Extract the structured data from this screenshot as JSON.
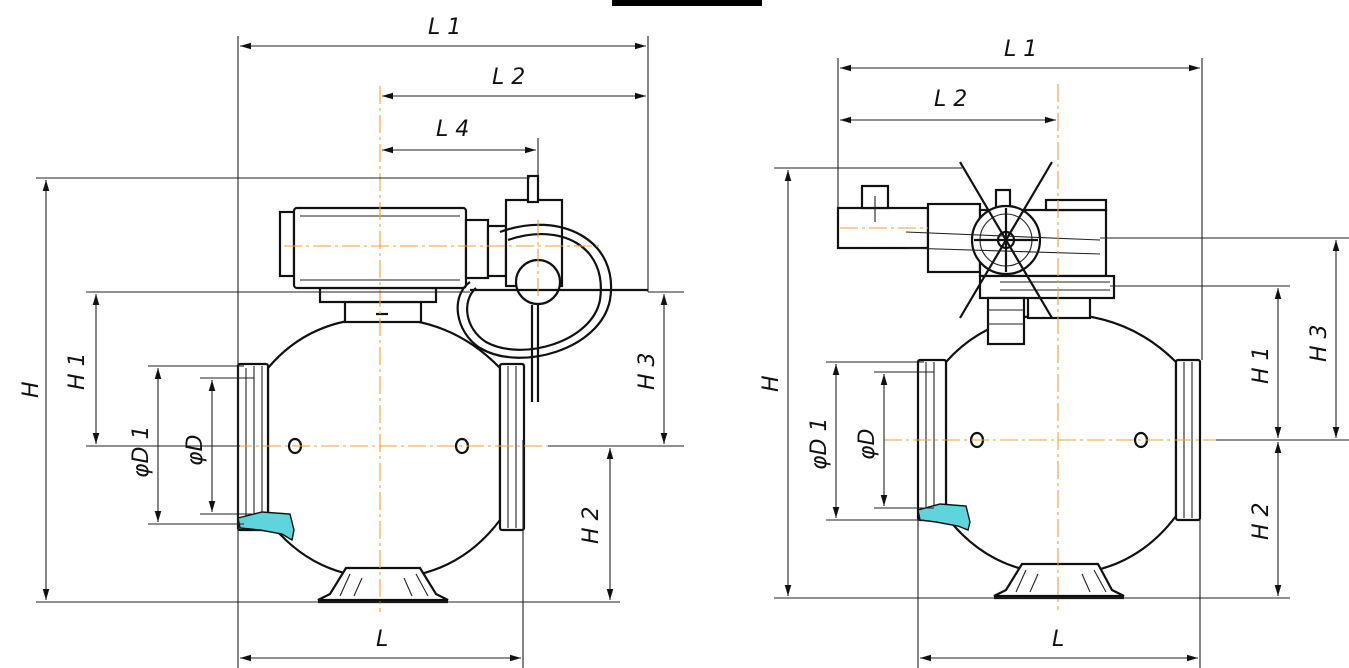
{
  "header_bar_color": "#000000",
  "accent_colors": {
    "centerline": "#e8a23c",
    "fluid": "#5fd4dc"
  },
  "left_view": {
    "labels": {
      "L1": "L 1",
      "L2": "L 2",
      "L4": "L 4",
      "H": "H",
      "H1": "H 1",
      "H2": "H 2",
      "H3": "H 3",
      "D1": "φD 1",
      "D": "φD",
      "L": "L"
    }
  },
  "right_view": {
    "labels": {
      "L1": "L 1",
      "L2": "L 2",
      "H": "H",
      "H1": "H 1",
      "H2": "H 2",
      "H3": "H 3",
      "D1": "φD 1",
      "D": "φD",
      "L": "L"
    }
  }
}
